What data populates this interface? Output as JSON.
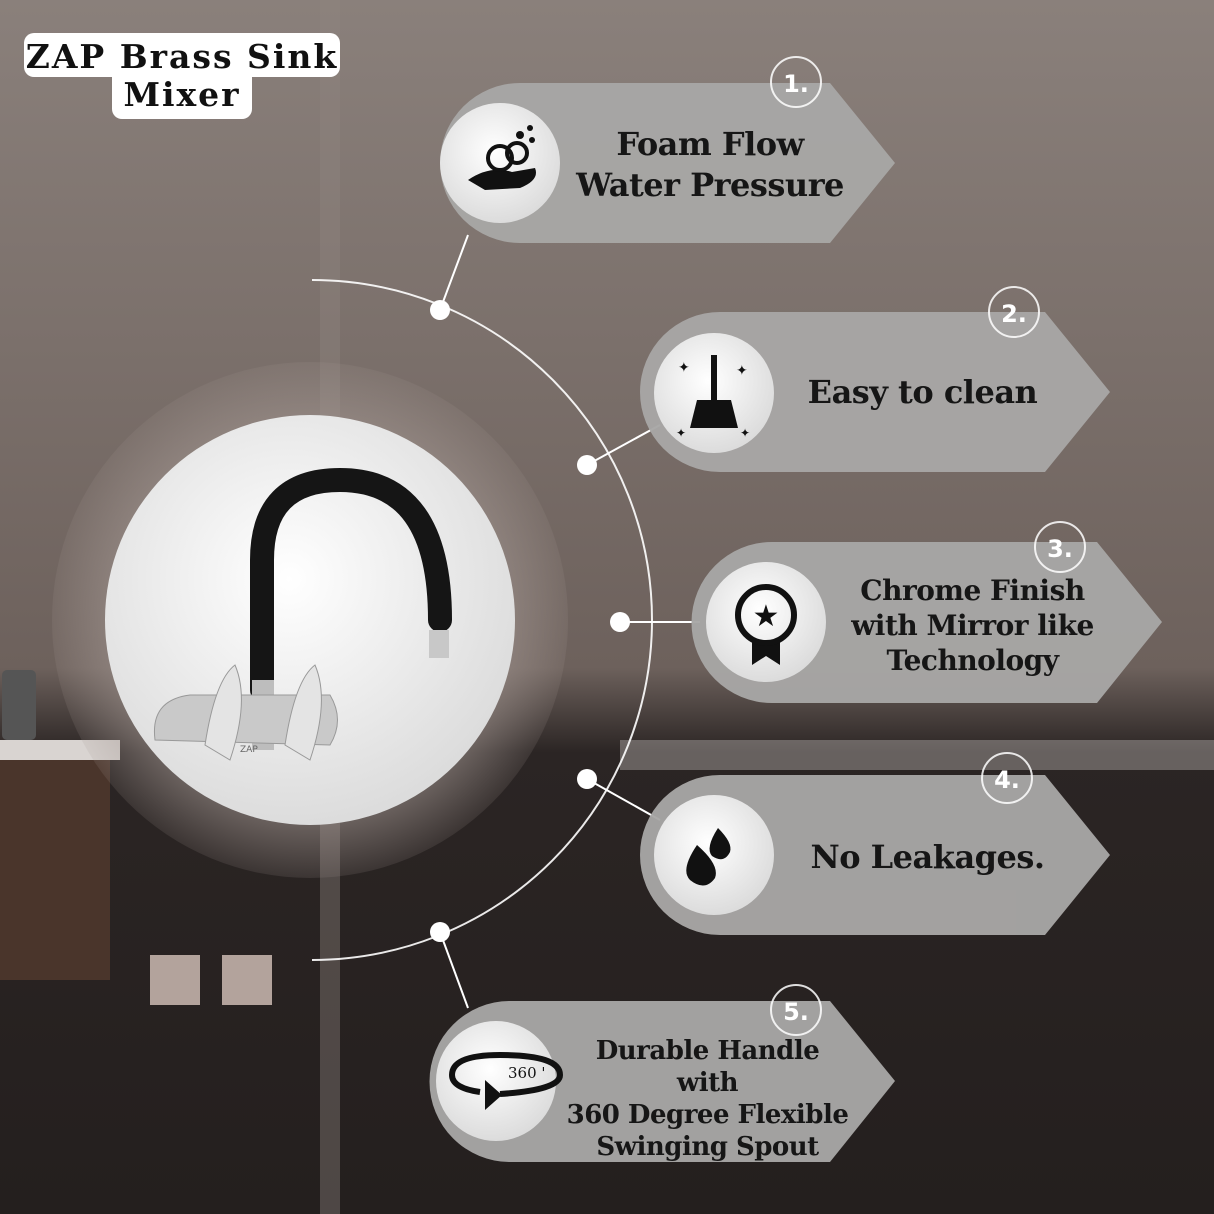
{
  "title": {
    "line1": "ZAP Brass Sink",
    "line2": "Mixer"
  },
  "product_label": "ZAP",
  "colors": {
    "pill": "#a8a7a6",
    "wall": "#7d716c",
    "floor": "#2e2826",
    "text": "#161616"
  },
  "features": [
    {
      "number": "1.",
      "lines": [
        "Foam Flow",
        "Water Pressure"
      ],
      "icon": "foam-hand-icon"
    },
    {
      "number": "2.",
      "lines": [
        "Easy to clean"
      ],
      "icon": "broom-sparkle-icon"
    },
    {
      "number": "3.",
      "lines": [
        "Chrome Finish",
        "with Mirror like",
        "Technology"
      ],
      "icon": "award-star-icon"
    },
    {
      "number": "4.",
      "lines": [
        "No Leakages."
      ],
      "icon": "water-drops-icon"
    },
    {
      "number": "5.",
      "lines": [
        "Durable Handle with",
        "360 Degree Flexible",
        "Swinging Spout"
      ],
      "icon": "rotate-360-icon",
      "icon_text": "360 '"
    }
  ]
}
